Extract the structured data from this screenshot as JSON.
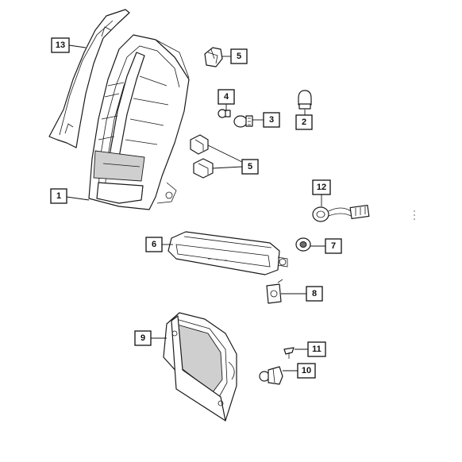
{
  "diagram": {
    "callouts": [
      {
        "id": "c13",
        "label": "13"
      },
      {
        "id": "c5a",
        "label": "5"
      },
      {
        "id": "c4",
        "label": "4"
      },
      {
        "id": "c3",
        "label": "3"
      },
      {
        "id": "c2",
        "label": "2"
      },
      {
        "id": "c5b",
        "label": "5"
      },
      {
        "id": "c1",
        "label": "1"
      },
      {
        "id": "c12",
        "label": "12"
      },
      {
        "id": "c6",
        "label": "6"
      },
      {
        "id": "c7",
        "label": "7"
      },
      {
        "id": "c8",
        "label": "8"
      },
      {
        "id": "c9",
        "label": "9"
      },
      {
        "id": "c11",
        "label": "11"
      },
      {
        "id": "c10",
        "label": "10"
      }
    ]
  }
}
